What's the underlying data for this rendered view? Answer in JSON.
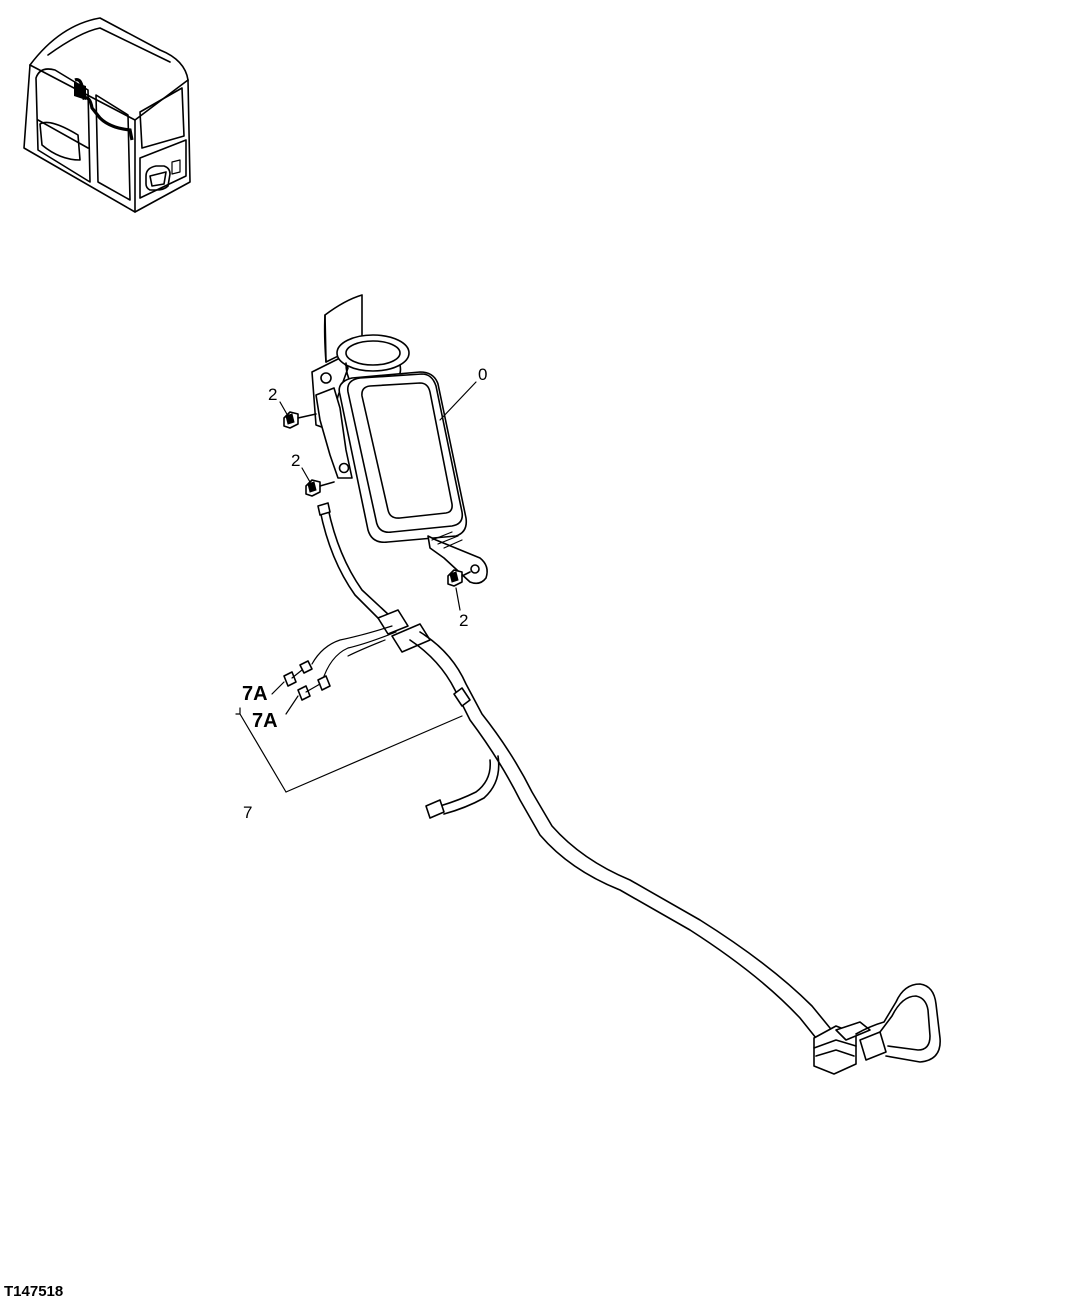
{
  "figure": {
    "id_label": "T147518",
    "callouts": {
      "monitor": "0",
      "screw_upper": "2",
      "screw_middle": "2",
      "screw_lower": "2",
      "connector_a": "7A",
      "connector_b": "7A",
      "harness": "7"
    }
  }
}
